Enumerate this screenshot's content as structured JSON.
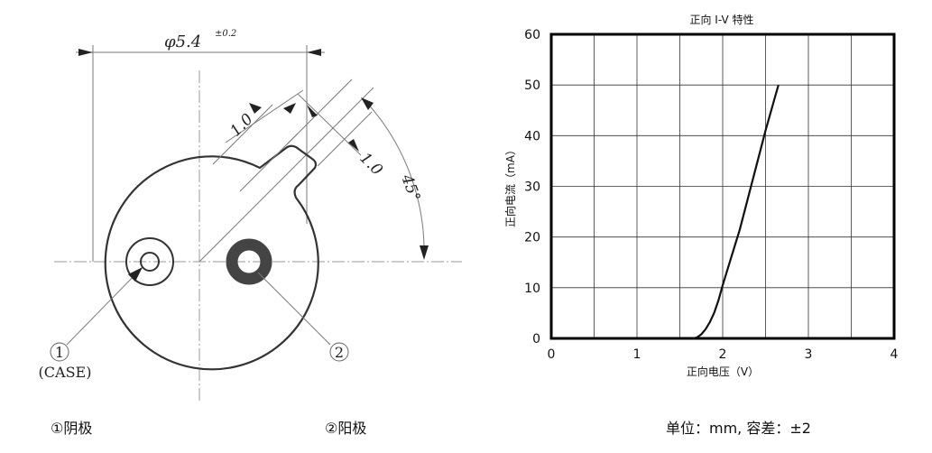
{
  "drawing": {
    "diameter_label": "φ5.4",
    "diameter_tolerance": "±0.2",
    "tab_width_label": "1.0",
    "tab_height_label": "1.0",
    "angle_label": "45°",
    "callout_1": "1",
    "callout_1_note": "(CASE)",
    "callout_2": "2"
  },
  "captions": {
    "cathode": "①阴极",
    "anode": "②阳极",
    "unit_note": "单位：mm, 容差：±2"
  },
  "chart_data": {
    "type": "line",
    "title": "正向 I-V 特性",
    "xlabel": "正向电压（V）",
    "ylabel": "正向电流（mA）",
    "xlim": [
      0,
      4
    ],
    "ylim": [
      0,
      60
    ],
    "xticks": [
      0,
      1,
      2,
      3,
      4
    ],
    "yticks": [
      0,
      10,
      20,
      30,
      40,
      50,
      60
    ],
    "grid": true,
    "grid_x_step": 0.5,
    "grid_y_step": 10,
    "series": [
      {
        "color": "#111111",
        "x": [
          1.65,
          1.7,
          1.75,
          1.8,
          1.85,
          1.9,
          1.95,
          2.0,
          2.1,
          2.2,
          2.3,
          2.4,
          2.5,
          2.6,
          2.65
        ],
        "y": [
          0,
          0.2,
          0.8,
          1.8,
          3.2,
          5.0,
          7.5,
          10.5,
          16,
          21.5,
          28,
          34.5,
          41,
          47,
          50
        ]
      }
    ]
  }
}
